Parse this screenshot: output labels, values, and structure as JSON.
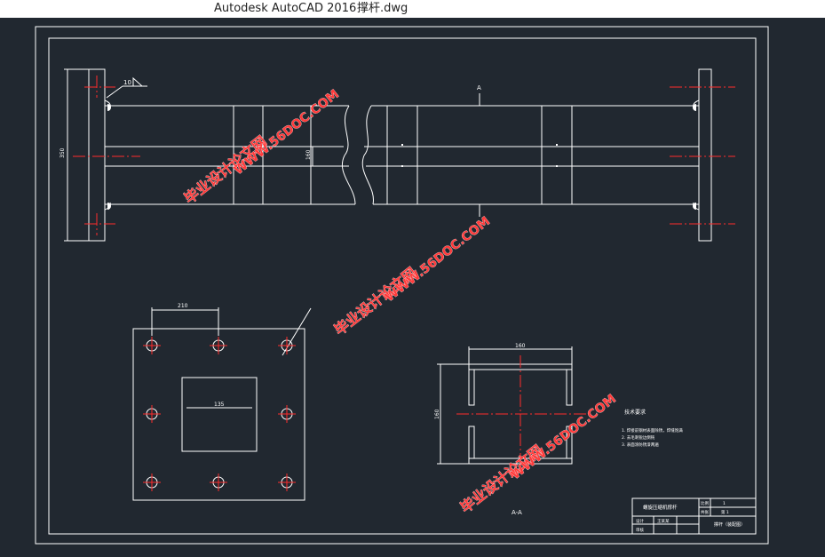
{
  "window": {
    "app_title": "Autodesk AutoCAD 2016",
    "file_name": "撑杆.dwg"
  },
  "drawing": {
    "weld_symbol": "10",
    "dim_plate_height": "350",
    "dim_beam_height": "160",
    "section_marker_top": "A",
    "dim_hole_spacing": "210",
    "dim_square_opening": "135",
    "dim_channel_width": "160",
    "dim_channel_height": "160",
    "section_view_label": "A-A",
    "tech_requirements": {
      "heading": "技术要求",
      "items": [
        "1. 焊接前钢材表面除锈，焊缝饱满",
        "2. 去毛刺锐边倒钝",
        "3. 表面涂防锈漆两遍"
      ]
    },
    "title_block": {
      "drawing_name": "螺旋压缩机撑杆",
      "scale_label": "比例",
      "scale_value": "1",
      "sheet_label": "共张",
      "sheet_value": "第 1",
      "designer_label": "设计",
      "designer_name": "王某某",
      "checker_label": "审核",
      "part_name": "撑杆（装配图）"
    }
  },
  "watermark": {
    "text": "毕业设计论文网",
    "url": "WWW.56DOC.COM"
  },
  "colors": {
    "background": "#212830",
    "line": "#ffffff",
    "centerline": "#ff2b2b",
    "watermark": "#ff3b3b"
  }
}
